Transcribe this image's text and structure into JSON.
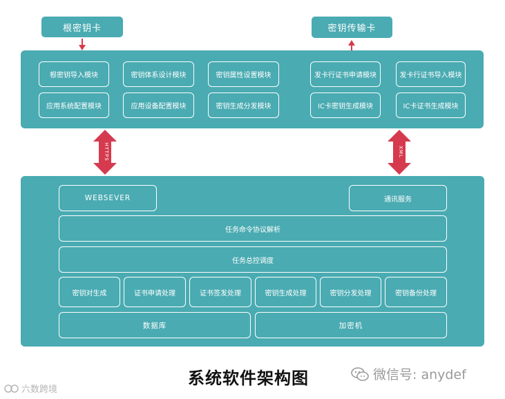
{
  "top": {
    "root_card": "根密钥卡",
    "transfer_card": "密钥传输卡",
    "left_modules": [
      [
        "根密钥导入模块",
        "密钥体系设计模块",
        "密钥属性设置模块"
      ],
      [
        "应用系统配置模块",
        "应用设备配置模块",
        "密钥生成分发模块"
      ]
    ],
    "right_modules": [
      [
        "发卡行证书申请模块",
        "发卡行证书导入模块"
      ],
      [
        "IC卡密钥生成模块",
        "IC卡证书生成模块"
      ]
    ]
  },
  "links": {
    "https": "HTTPS",
    "xml": "XML"
  },
  "bottom": {
    "websever": "WEBSEVER",
    "comm": "通讯服务",
    "parse": "任务命令协议解析",
    "dispatch": "任务总控调度",
    "processes": [
      "密钥对生成",
      "证书申请处理",
      "证书签发处理",
      "密钥生成处理",
      "密钥分发处理",
      "密钥备份处理"
    ],
    "database": "数据库",
    "encryptor": "加密机"
  },
  "footer": {
    "title": "系统软件架构图",
    "wechat": "微信号: anydef",
    "logo": "六数跨境"
  },
  "colors": {
    "panel": "#4aabb2",
    "arrow": "#d63a4e"
  }
}
